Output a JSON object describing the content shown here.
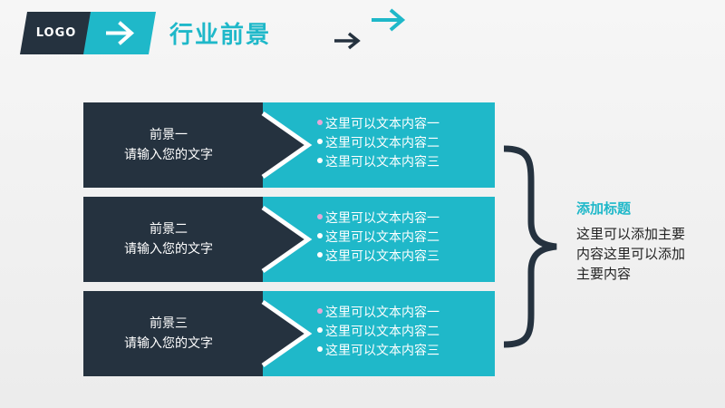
{
  "header": {
    "logo_text": "LOGO",
    "title": "行业前景"
  },
  "rows": [
    {
      "heading": "前景一",
      "subtitle": "请输入您的文字",
      "bullets": [
        "这里可以文本内容一",
        "这里可以文本内容二",
        "这里可以文本内容三"
      ]
    },
    {
      "heading": "前景二",
      "subtitle": "请输入您的文字",
      "bullets": [
        "这里可以文本内容一",
        "这里可以文本内容二",
        "这里可以文本内容三"
      ]
    },
    {
      "heading": "前景三",
      "subtitle": "请输入您的文字",
      "bullets": [
        "这里可以文本内容一",
        "这里可以文本内容二",
        "这里可以文本内容三"
      ]
    }
  ],
  "side": {
    "title": "添加标题",
    "body": "这里可以添加主要内容这里可以添加主要内容"
  },
  "colors": {
    "dark": "#25323f",
    "accent": "#1fb8c9",
    "bullet_pink": "#e7a7d8"
  }
}
